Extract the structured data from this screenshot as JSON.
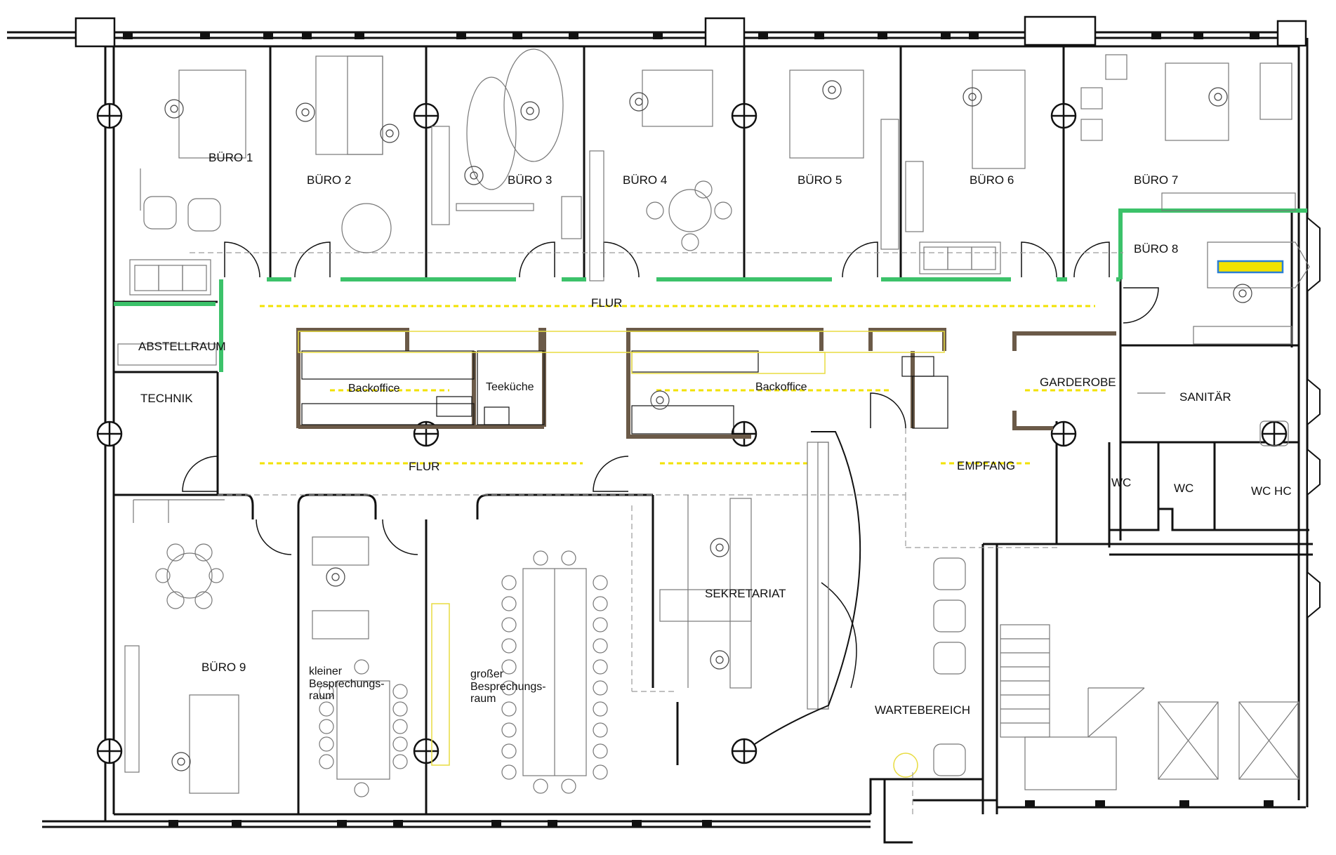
{
  "rooms": {
    "buero1": "BÜRO 1",
    "buero2": "BÜRO 2",
    "buero3": "BÜRO 3",
    "buero4": "BÜRO 4",
    "buero5": "BÜRO 5",
    "buero6": "BÜRO 6",
    "buero7": "BÜRO 7",
    "buero8": "BÜRO 8",
    "buero9": "BÜRO 9",
    "abstellraum": "ABSTELLRAUM",
    "technik": "TECHNIK",
    "flur_top": "FLUR",
    "flur_bottom": "FLUR",
    "backoffice_left": "Backoffice",
    "teekueche": "Teeküche",
    "backoffice_right": "Backoffice",
    "garderobe": "GARDEROBE",
    "sanitaer": "SANITÄR",
    "empfang": "EMPFANG",
    "wc1": "WC",
    "wc2": "WC",
    "wc_hc": "WC HC",
    "sekretariat": "SEKRETARIAT",
    "kleiner_besprechungsraum": "kleiner\nBesprechungs-\nraum",
    "grosser_besprechungsraum": "großer\nBesprechungs-\nraum",
    "wartebereich": "WARTEBEREICH"
  },
  "colors": {
    "wall": "#111111",
    "new_wall": "#3cc26a",
    "light_strip": "#f2e200",
    "cabinet": "#6b5a48",
    "furniture": "#777777",
    "dashed": "#9a9a9a",
    "highlight_blue": "#2a7fd4"
  }
}
